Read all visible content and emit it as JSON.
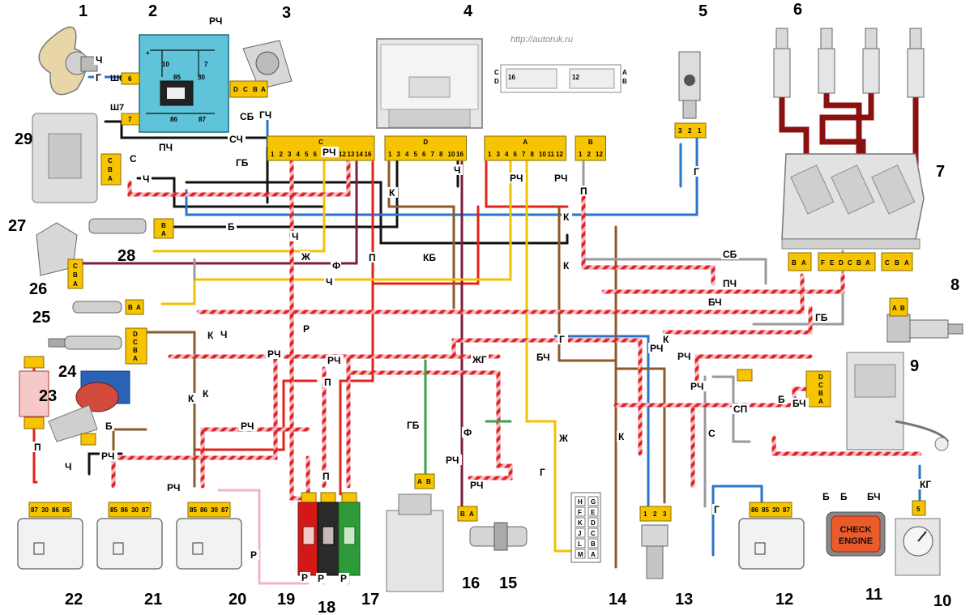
{
  "watermark": "http://autoruk.ru",
  "relay_label": "РЧ",
  "check_engine": [
    "CHECK",
    "ENGINE"
  ],
  "ecu_blocks": [
    {
      "letter": "C",
      "pins": [
        "1",
        "2",
        "3",
        "4",
        "5",
        "6",
        "10",
        "11",
        "12",
        "13",
        "14",
        "16"
      ]
    },
    {
      "letter": "D",
      "pins": [
        "1",
        "3",
        "4",
        "5",
        "6",
        "7",
        "8",
        "10",
        "16"
      ]
    },
    {
      "letter": "A",
      "pins": [
        "1",
        "3",
        "4",
        "6",
        "7",
        "8",
        "10",
        "11",
        "12"
      ]
    },
    {
      "letter": "B",
      "pins": [
        "1",
        "2",
        "12"
      ]
    }
  ],
  "ecu_connector_rows": {
    "top": [
      "C",
      "D"
    ],
    "bottom": [
      "A",
      "B"
    ],
    "left_pin": "16",
    "right_pin": "12"
  },
  "relay_pins": [
    "10",
    "85",
    "30",
    "7",
    "86",
    "87"
  ],
  "relay_contacts": [
    "Ш6",
    "Ш7"
  ],
  "relay_plug_pins": [
    "6",
    "7"
  ],
  "relay_connector_pins": [
    "85",
    "86",
    "30",
    "87"
  ],
  "relay_20_pins": [
    "85",
    "86",
    "30",
    "87"
  ],
  "relay_22_pins": [
    "87",
    "30",
    "86",
    "85"
  ],
  "relay_12_pins": [
    "86",
    "85",
    "30",
    "87"
  ],
  "diag_pins": [
    "H",
    "G",
    "F",
    "E",
    "K",
    "D",
    "J",
    "C",
    "L",
    "B",
    "M",
    "A"
  ],
  "connector_labels": {
    "c3": [
      "D",
      "C",
      "B",
      "A"
    ],
    "c5": [
      "3",
      "2",
      "1"
    ],
    "c7a": [
      "B",
      "A"
    ],
    "c7b": [
      "F",
      "E",
      "D",
      "C",
      "B",
      "A"
    ],
    "c7c": [
      "C",
      "B",
      "A"
    ],
    "c8": [
      "A",
      "B"
    ],
    "c9": [
      "D",
      "C",
      "B",
      "A"
    ],
    "c13": [
      "1",
      "2",
      "3"
    ],
    "c15": [
      "B",
      "A"
    ],
    "c16": [
      "A",
      "B"
    ],
    "c10": [
      "5"
    ],
    "c29": [
      "C",
      "B",
      "A"
    ],
    "c28": [
      "B",
      "A"
    ],
    "c27": [
      "C",
      "B",
      "A"
    ],
    "c26": [
      "B",
      "A"
    ],
    "c25": [
      "D",
      "C",
      "B",
      "A"
    ]
  },
  "wire_labels": [
    "Ч",
    "Г",
    "ПЧ",
    "С",
    "Ч",
    "Г",
    "СЧ",
    "СБ",
    "ГЧ",
    "ГБ",
    "РЧ",
    "Б",
    "Ч",
    "Ж",
    "Ф",
    "П",
    "КБ",
    "К",
    "РЧ",
    "РЧ",
    "П",
    "К",
    "К",
    "Ч",
    "Ч",
    "К",
    "Ч",
    "СБ",
    "ПЧ",
    "БЧ",
    "ГБ",
    "Р",
    "РЧ",
    "К",
    "РЧ",
    "ЖГ",
    "БЧ",
    "РЧ",
    "Г",
    "К",
    "РЧ",
    "РЧ",
    "П",
    "К",
    "РЧ",
    "Ч",
    "П",
    "ГБ",
    "РЧ",
    "Ф",
    "Ж",
    "К",
    "С",
    "СП",
    "Б",
    "БЧ",
    "Б",
    "Б",
    "БЧ",
    "КГ",
    "Г",
    "РЧ",
    "Г",
    "РЧ",
    "Р",
    "Р",
    "П",
    "Р",
    "Р",
    "К",
    "Б",
    "РЧ"
  ],
  "callouts": [
    "1",
    "2",
    "3",
    "4",
    "5",
    "6",
    "7",
    "8",
    "9",
    "10",
    "11",
    "12",
    "13",
    "14",
    "15",
    "16",
    "17",
    "18",
    "19",
    "20",
    "21",
    "22",
    "23",
    "24",
    "25",
    "26",
    "27",
    "28",
    "29"
  ],
  "colors": {
    "connector_yellow": "#f6c400",
    "relay_box": "#5fc3d9",
    "wire_red": "#e2231a",
    "wire_blue": "#2a74c9",
    "wire_brown": "#8b5a2b",
    "wire_black": "#111111",
    "wire_purple": "#7d1d3f",
    "wire_yellow": "#f2c200",
    "wire_green": "#3aa24a",
    "wire_pink": "#f0b4c8",
    "fuse_red": "#d41818",
    "fuse_black": "#2a2a2a",
    "fuse_green": "#2f9a3a"
  }
}
